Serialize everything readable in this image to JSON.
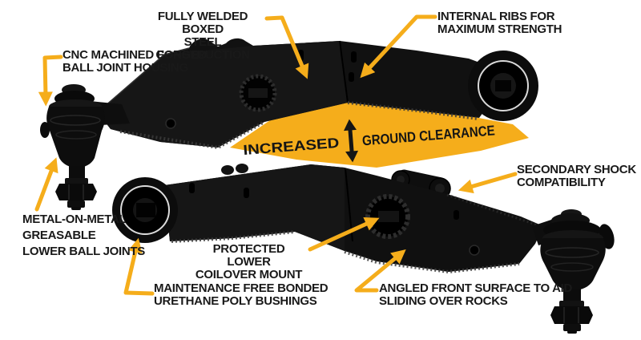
{
  "colors": {
    "background": "#ffffff",
    "accent_yellow": "#F5AD1B",
    "part_black": "#111111",
    "text_black": "#191919"
  },
  "callouts": {
    "fully_welded": {
      "text": "FULLY WELDED BOXED\nSTEEL CONSTRUCTION"
    },
    "internal_ribs": {
      "text": "INTERNAL RIBS FOR\nMAXIMUM STRENGTH"
    },
    "cnc_housing": {
      "text": "CNC MACHINED FORGED\nBALL JOINT HOUSING"
    },
    "metal_on_metal": {
      "text": "METAL-ON-METAL\nGREASABLE\nLOWER BALL JOINTS"
    },
    "secondary_shock": {
      "text": "SECONDARY SHOCK\nCOMPATIBILITY"
    },
    "protected_coilover": {
      "text": "PROTECTED LOWER\nCOILOVER MOUNT"
    },
    "maintenance_bushings": {
      "text": "MAINTENANCE FREE BONDED\nURETHANE POLY BUSHINGS"
    },
    "angled_front": {
      "text": "ANGLED FRONT SURFACE TO AID\nSLIDING OVER ROCKS"
    }
  },
  "banner": {
    "left_text": "INCREASED",
    "right_text": "GROUND CLEARANCE",
    "icon": "double-vertical-arrow-icon"
  }
}
